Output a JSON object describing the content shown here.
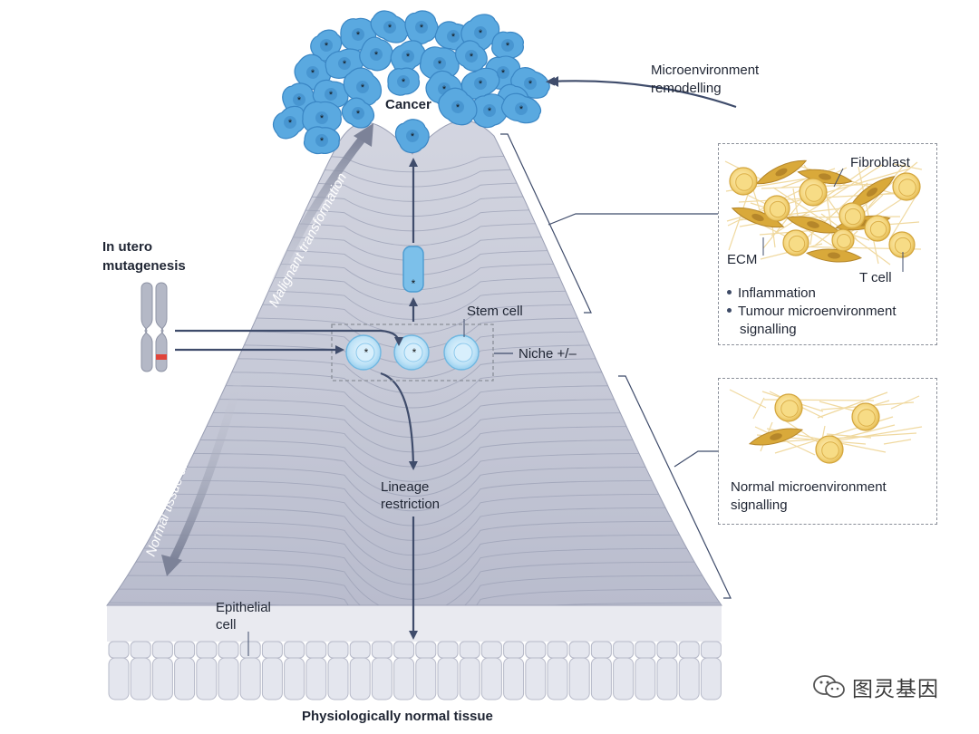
{
  "labels": {
    "cancer": "Cancer",
    "microenvironment_remodelling": [
      "Microenvironment",
      "remodelling"
    ],
    "fibroblast": "Fibroblast",
    "ecm": "ECM",
    "t_cell": "T cell",
    "inflammation": "Inflammation",
    "tumour_signalling": [
      "Tumour microenvironment",
      "signalling"
    ],
    "in_utero_mutagenesis": [
      "In utero",
      "mutagenesis"
    ],
    "malignant_transformation": "Malignant transformation",
    "normal_tissue_differentiation": "Normal tissue differentiation",
    "stem_cell": "Stem cell",
    "niche": "Niche +/–",
    "lineage_restriction": [
      "Lineage",
      "restriction"
    ],
    "epithelial_cell": [
      "Epithelial",
      "cell"
    ],
    "physiologically_normal_tissue": "Physiologically normal tissue",
    "normal_signalling": [
      "Normal microenvironment",
      "signalling"
    ],
    "watermark": "图灵基因"
  },
  "colors": {
    "cancer_cell": "#5aa9e0",
    "cancer_cell_dark": "#3a86c4",
    "landscape": "#c5c8d6",
    "landscape_line": "#9a9fb4",
    "arrow": "#3f4c6b",
    "fibroblast": "#d9a93a",
    "t_cell": "#f3d277",
    "chromosome": "#aeb2c0",
    "chromosome_band": "#e0443a",
    "stem_cell": "#bfe3f7"
  }
}
